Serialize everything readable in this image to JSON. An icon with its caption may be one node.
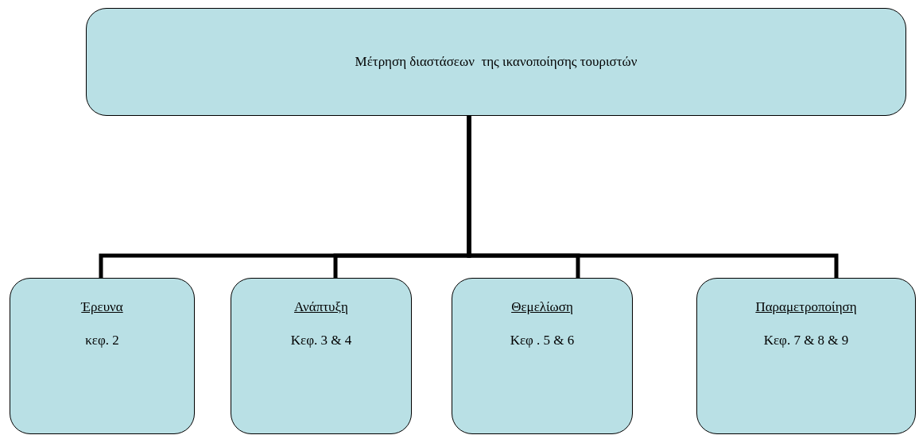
{
  "diagram": {
    "nodes": [
      {
        "text": [
          "Μέτρηση διαστάσεων  της ικανοποίησης τουριστών"
        ]
      },
      {
        "text": [
          "Έρευνα",
          "κεφ. 2"
        ]
      },
      {
        "text": [
          "Ανάπτυξη",
          "Κεφ. 3 & 4"
        ]
      },
      {
        "text": [
          "Θεμελίωση",
          "Κεφ . 5 & 6"
        ]
      },
      {
        "text": [
          "Παραμετροποίηση",
          "Κεφ. 7 & 8 & 9"
        ]
      }
    ],
    "edges": [
      {
        "from": 0,
        "to": 1,
        "arrow": "none"
      },
      {
        "from": 0,
        "to": 2,
        "arrow": "none"
      },
      {
        "from": 0,
        "to": 3,
        "arrow": "none"
      },
      {
        "from": 0,
        "to": 4,
        "arrow": "none"
      }
    ]
  }
}
